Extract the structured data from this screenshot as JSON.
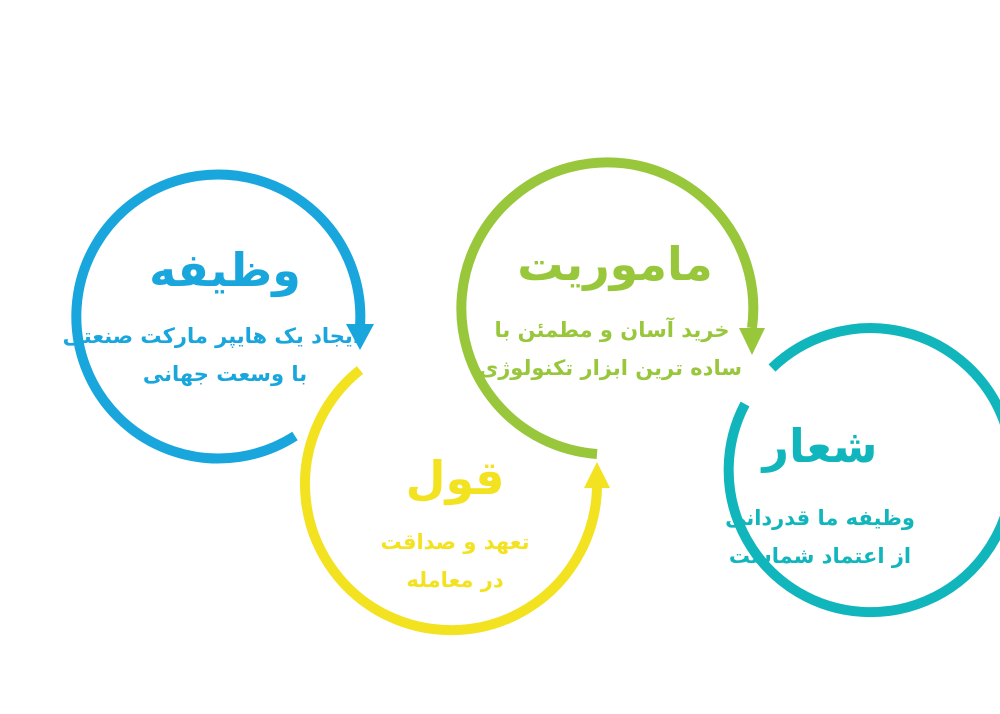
{
  "colors": {
    "vazifeh": "#18a6dd",
    "ghol": "#f3e21f",
    "mamuriat": "#98c73c",
    "shoar": "#11b6bc"
  },
  "items": [
    {
      "key": "vazifeh",
      "title": "وظیفه",
      "desc_line1": "ایجاد یک هایپر مارکت صنعتی",
      "desc_line2": "با وسعت جهانی"
    },
    {
      "key": "ghol",
      "title": "قول",
      "desc_line1": "تعهد و صداقت",
      "desc_line2": "در معامله"
    },
    {
      "key": "mamuriat",
      "title": "ماموریت",
      "desc_line1": "خرید آسان و مطمئن با",
      "desc_line2": "ساده ترین ابزار تکنولوژی"
    },
    {
      "key": "shoar",
      "title": "شعار",
      "desc_line1": "وظیفه ما قدردانی",
      "desc_line2": "از اعتماد شماست"
    }
  ]
}
